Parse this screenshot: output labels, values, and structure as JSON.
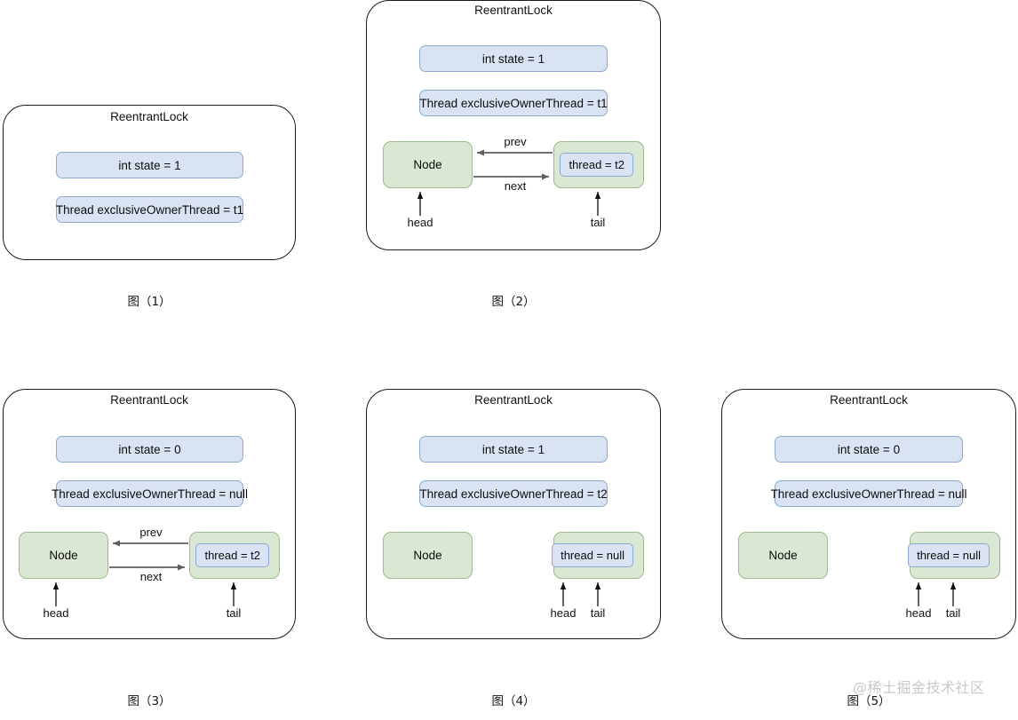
{
  "figures": [
    {
      "id": "fig1",
      "title": "ReentrantLock",
      "caption": "图（1）",
      "fields": [
        {
          "label": "int state = 1"
        },
        {
          "label": "Thread exclusiveOwnerThread = t1"
        }
      ],
      "nodes": [],
      "edges": [],
      "pointers": []
    },
    {
      "id": "fig2",
      "title": "ReentrantLock",
      "caption": "图（2）",
      "fields": [
        {
          "label": "int state = 1"
        },
        {
          "label": "Thread exclusiveOwnerThread = t1"
        }
      ],
      "nodes": [
        {
          "label": "Node",
          "chip": null
        },
        {
          "label": "",
          "chip": "thread = t2"
        }
      ],
      "edges": [
        {
          "label": "prev",
          "direction": "right-to-left"
        },
        {
          "label": "next",
          "direction": "left-to-right"
        }
      ],
      "pointers": [
        {
          "label": "head"
        },
        {
          "label": "tail"
        }
      ]
    },
    {
      "id": "fig3",
      "title": "ReentrantLock",
      "caption": "图（3）",
      "fields": [
        {
          "label": "int state = 0"
        },
        {
          "label": "Thread exclusiveOwnerThread = null"
        }
      ],
      "nodes": [
        {
          "label": "Node",
          "chip": null
        },
        {
          "label": "",
          "chip": "thread = t2"
        }
      ],
      "edges": [
        {
          "label": "prev",
          "direction": "right-to-left"
        },
        {
          "label": "next",
          "direction": "left-to-right"
        }
      ],
      "pointers": [
        {
          "label": "head"
        },
        {
          "label": "tail"
        }
      ]
    },
    {
      "id": "fig4",
      "title": "ReentrantLock",
      "caption": "图（4）",
      "fields": [
        {
          "label": "int state = 1"
        },
        {
          "label": "Thread exclusiveOwnerThread = t2"
        }
      ],
      "nodes": [
        {
          "label": "Node",
          "chip": null
        },
        {
          "label": "",
          "chip": "thread = null"
        }
      ],
      "edges": [],
      "pointers": [
        {
          "label": "head"
        },
        {
          "label": "tail"
        }
      ]
    },
    {
      "id": "fig5",
      "title": "ReentrantLock",
      "caption": "图（5）",
      "fields": [
        {
          "label": "int state = 0"
        },
        {
          "label": "Thread exclusiveOwnerThread = null"
        }
      ],
      "nodes": [
        {
          "label": "Node",
          "chip": null
        },
        {
          "label": "",
          "chip": "thread = null"
        }
      ],
      "edges": [],
      "pointers": [
        {
          "label": "head"
        },
        {
          "label": "tail"
        }
      ]
    }
  ],
  "watermark": {
    "text": "@稀土掘金技术社区"
  },
  "colors": {
    "field_fill": "#dae3f3",
    "field_border": "#8ea9d0",
    "node_fill": "#dae8d3",
    "node_border": "#9cba8a",
    "container_border": "#1a1a1a",
    "edge_arrow": "#6b6b6b",
    "pointer_arrow": "#111111",
    "watermark": "#c9c9c9"
  }
}
